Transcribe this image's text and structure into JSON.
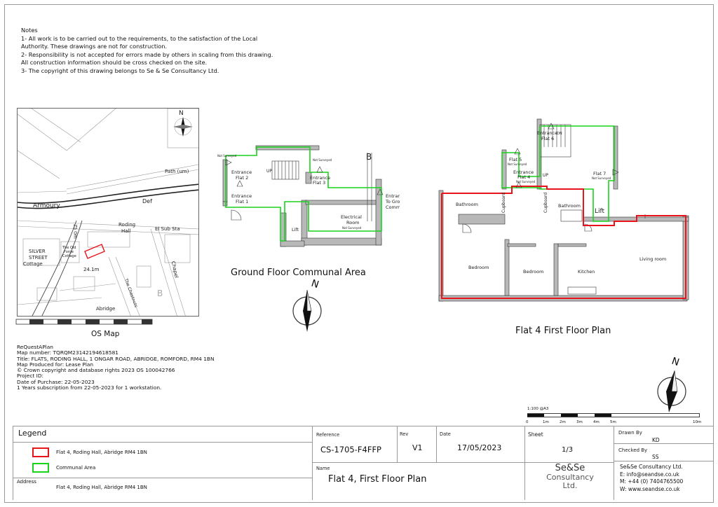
{
  "notes": {
    "heading": "Notes",
    "lines": [
      "1- All work is to be carried out to the requirements, to the satisfaction of the Local",
      "Authority. These drawings are not for construction.",
      "2- Responsibility is not accepted for errors made by others in scaling from this drawing.",
      "All construction information should be cross checked on the site.",
      "3- The copyright of this drawing belongs to Se & Se Consultancy Ltd."
    ]
  },
  "os_map": {
    "title": "OS Map",
    "north": "N",
    "labels": {
      "path": "Path (um)",
      "armoury": "Armoury",
      "def": "Def",
      "roding_hall_1": "Roding",
      "roding_hall_2": "Hall",
      "el_sub_sta": "El Sub Sta",
      "silver_street_1": "SILVER",
      "silver_street_2": "STREET",
      "silver_street_3": "Cottage",
      "old_forge_1": "The Old",
      "old_forge_2": "Forge",
      "old_forge_3": "Cottage",
      "spot_height": "24.1m",
      "chapel": "Chapel",
      "the_chestnuts": "The Chestnuts",
      "abridge": "Abridge",
      "zs_om": "ZS Om"
    }
  },
  "request": {
    "lines": [
      "ReQuestAPlan",
      "Map number: TQRQM23142194618581",
      "Title: FLATS, RODING HALL, 1 ONGAR ROAD, ABRIDGE, ROMFORD, RM4 1BN",
      "Map Produced for: Lease Plan",
      "© Crown copyright and database rights 2023 OS 100042766",
      "Project ID:",
      "Date of Purchase: 22-05-2023",
      "1 Years subscription from 22-05-2023 for 1 workstation."
    ]
  },
  "ground_floor": {
    "title": "Ground Floor Communal Area",
    "labels": {
      "entrance_flat2_1": "Entrance",
      "entrance_flat2_2": "Flat 2",
      "entrance_flat1_1": "Entrance",
      "entrance_flat1_2": "Flat 1",
      "entrance_flat3_1": "Entrance",
      "entrance_flat3_2": "Flat 3",
      "up": "UP",
      "lift": "Lift",
      "electrical_1": "Electrical",
      "electrical_2": "Room",
      "not_surveyed": "Not Surveyed",
      "entrance_gf_1": "Entrance",
      "entrance_gf_2": "To Ground Floor",
      "entrance_gf_3": "Communal Area",
      "section_mark": "B"
    }
  },
  "first_floor": {
    "title": "Flat 4 First Floor Plan",
    "labels": {
      "entrance_flat6_1": "Entrance",
      "entrance_flat6_2": "Flat 6",
      "dn": "DN",
      "flat5": "Flat 5",
      "not_surveyed": "Not Surveyed",
      "entrance_flat4_1": "Entrance",
      "entrance_flat4_2": "Flat 4",
      "up": "UP",
      "flat7": "Flat 7",
      "bathroom_1": "Bathroom",
      "cupboard_1": "Cupboard",
      "cupboard_2": "Cupboard",
      "bathroom_2": "Bathroom",
      "lift": "Lift",
      "bedroom_1": "Bedroom",
      "bedroom_2": "Bedroom",
      "kitchen": "Kitchen",
      "living_room": "Living room"
    }
  },
  "north_label": "N",
  "scale": {
    "label": "1:100 @A3",
    "ticks": [
      "0",
      "1m",
      "2m",
      "3m",
      "4m",
      "5m",
      "10m"
    ]
  },
  "legend": {
    "title": "Legend",
    "items": [
      {
        "label": "Flat 4, Roding Hall, Abridge RM4 1BN",
        "color": "#e8141c"
      },
      {
        "label": "Communal Area",
        "color": "#19d31c"
      }
    ],
    "address_label": "Address",
    "address_value": "Flat 4, Roding Hall, Abridge RM4 1BN"
  },
  "title_block": {
    "reference_label": "Reference",
    "reference": "CS-1705-F4FFP",
    "rev_label": "Rev",
    "rev": "V1",
    "date_label": "Date",
    "date": "17/05/2023",
    "sheet_label": "Sheet",
    "sheet": "1/3",
    "name_label": "Name",
    "name": "Flat 4, First Floor Plan",
    "drawn_by_label": "Drawn By",
    "drawn_by": "KD",
    "checked_by_label": "Checked By",
    "checked_by": "SS",
    "logo_line1": "Se&Se",
    "logo_line2": "Consultancy",
    "logo_line3": "Ltd.",
    "company": "Se&Se Consultancy Ltd.",
    "email": "E: info@seandse.co.uk",
    "phone": "M: +44 (0) 7404765500",
    "web": "W: www.seandse.co.uk"
  }
}
